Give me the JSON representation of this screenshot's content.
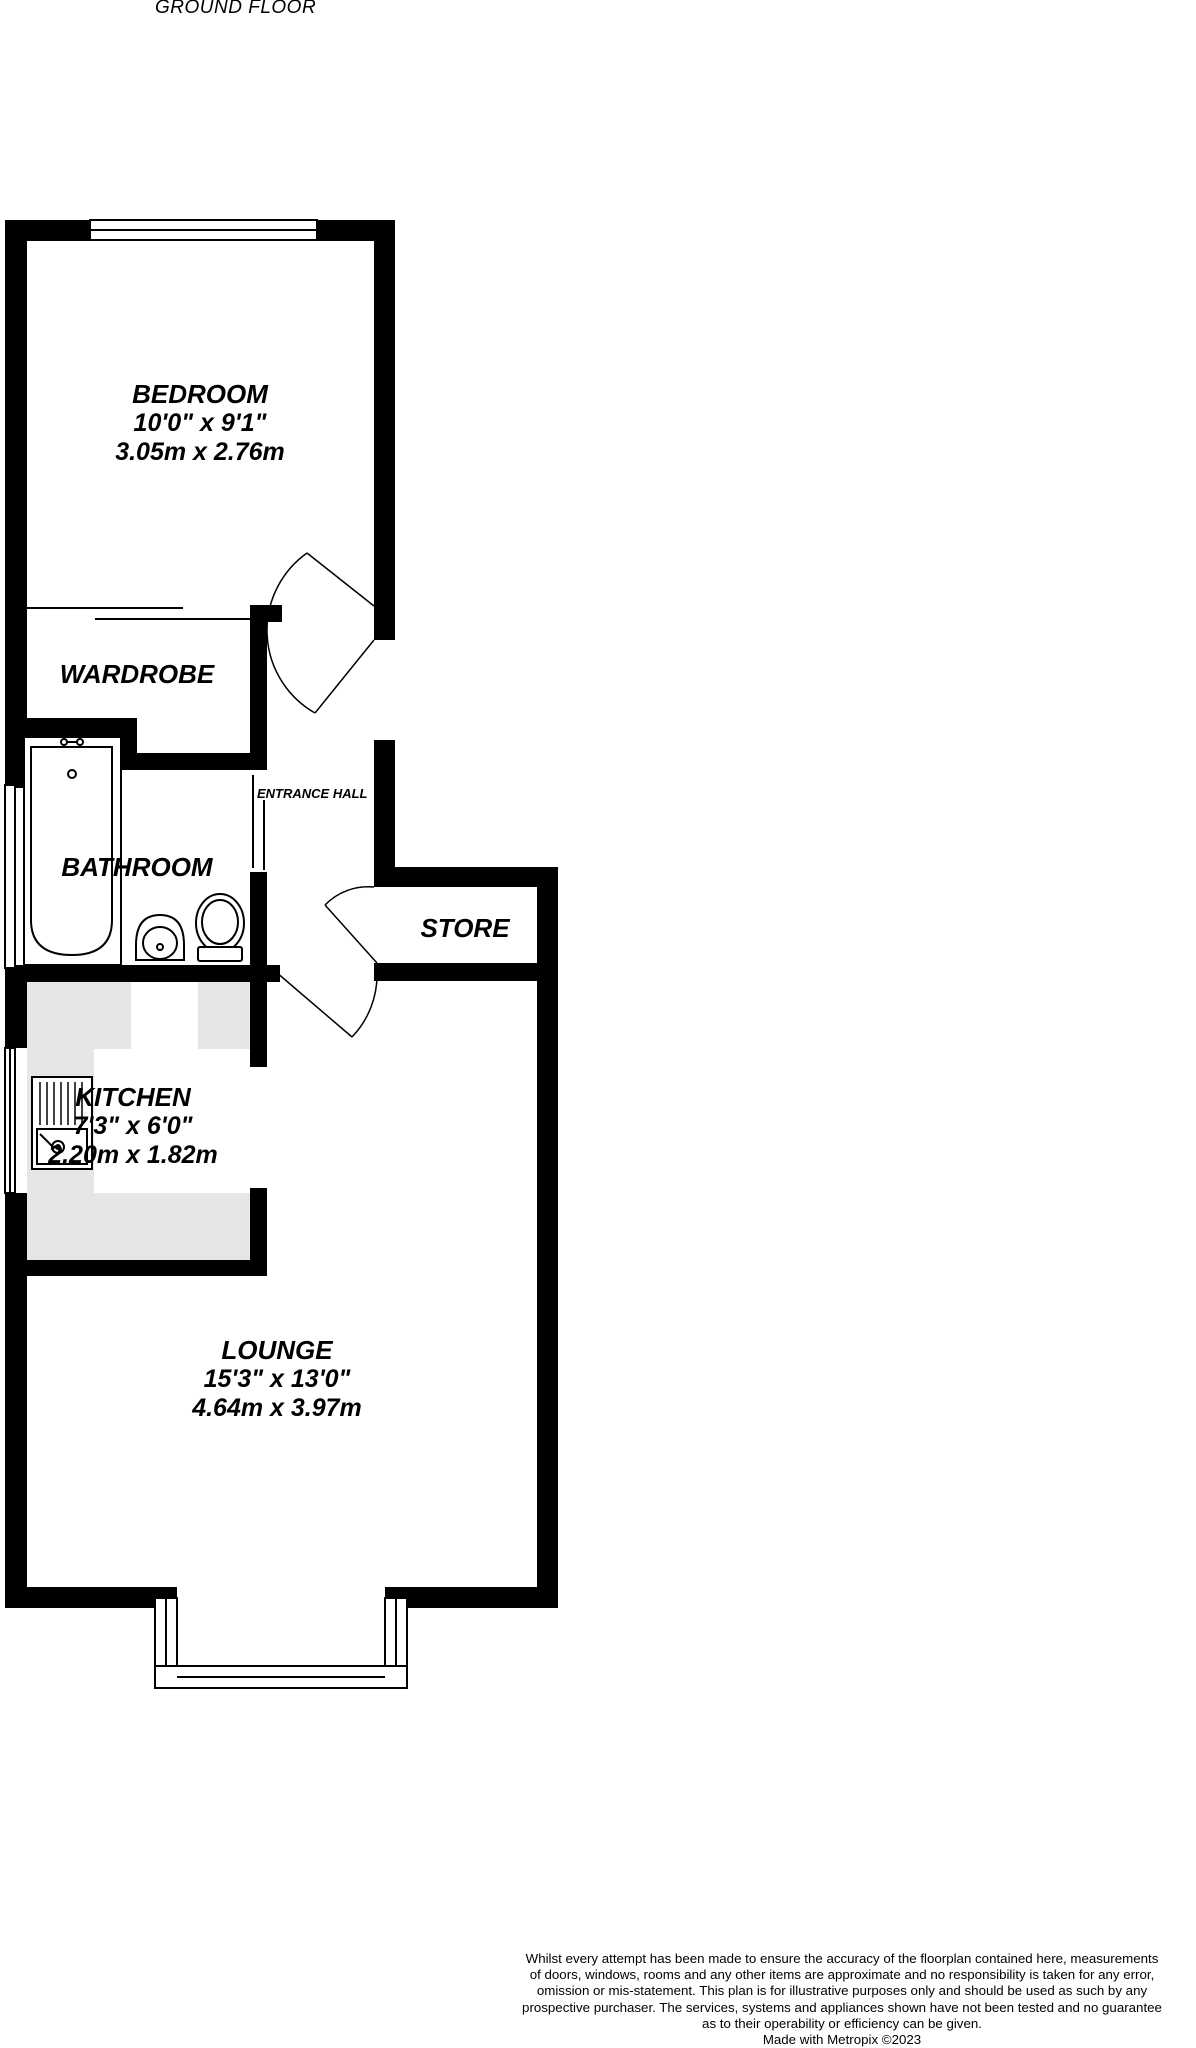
{
  "floor_title": "GROUND FLOOR",
  "rooms": {
    "bedroom": {
      "name": "BEDROOM",
      "imperial": "10'0\"  x 9'1\"",
      "metric": "3.05m  x 2.76m"
    },
    "wardrobe": {
      "name": "WARDROBE"
    },
    "entrance_hall": {
      "name": "ENTRANCE HALL"
    },
    "bathroom": {
      "name": "BATHROOM"
    },
    "store": {
      "name": "STORE"
    },
    "kitchen": {
      "name": "KITCHEN",
      "imperial": "7'3\"  x 6'0\"",
      "metric": "2.20m  x 1.82m"
    },
    "lounge": {
      "name": "LOUNGE",
      "imperial": "15'3\"  x 13'0\"",
      "metric": "4.64m  x 3.97m"
    }
  },
  "disclaimer": {
    "line1": "Whilst every attempt has been made to ensure the accuracy of the floorplan contained here, measurements",
    "line2": "of doors, windows, rooms and any other items are approximate and no responsibility is taken for any error,",
    "line3": "omission or mis-statement. This plan is for illustrative purposes only and should be used as such by any",
    "line4": "prospective purchaser. The services, systems and appliances shown have not been tested and no guarantee",
    "line5": "as to their operability or efficiency can be given.",
    "credit": "Made with Metropix ©2023"
  },
  "colors": {
    "wall": "#000000",
    "counter": "#e6e6e6",
    "background": "#ffffff"
  }
}
